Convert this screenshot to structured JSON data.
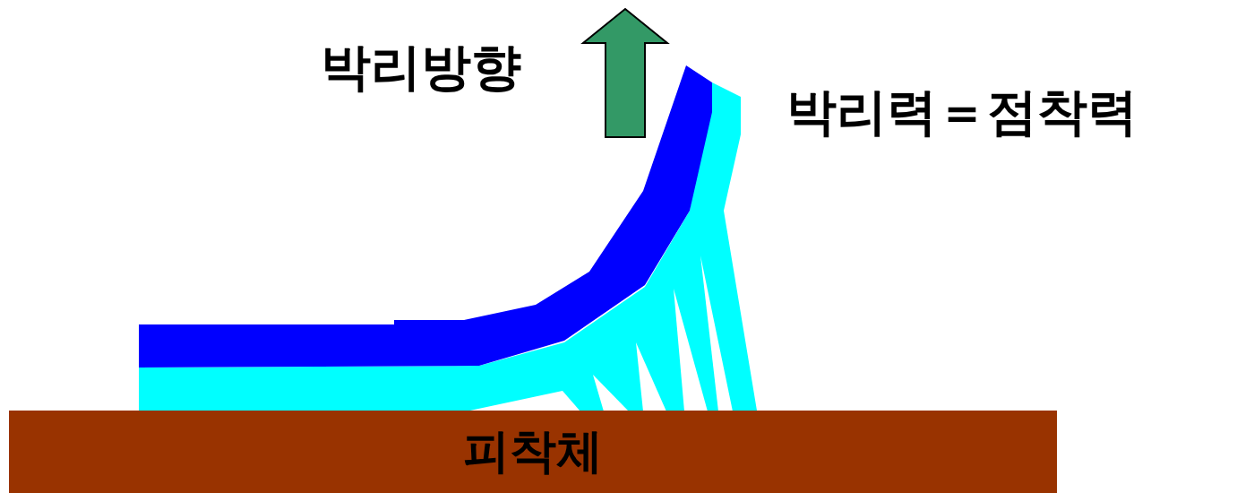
{
  "diagram": {
    "nodes": [
      {
        "text": [
          "피착체"
        ]
      }
    ],
    "labels": [
      "박리방향",
      "박리력＝점착력"
    ]
  }
}
